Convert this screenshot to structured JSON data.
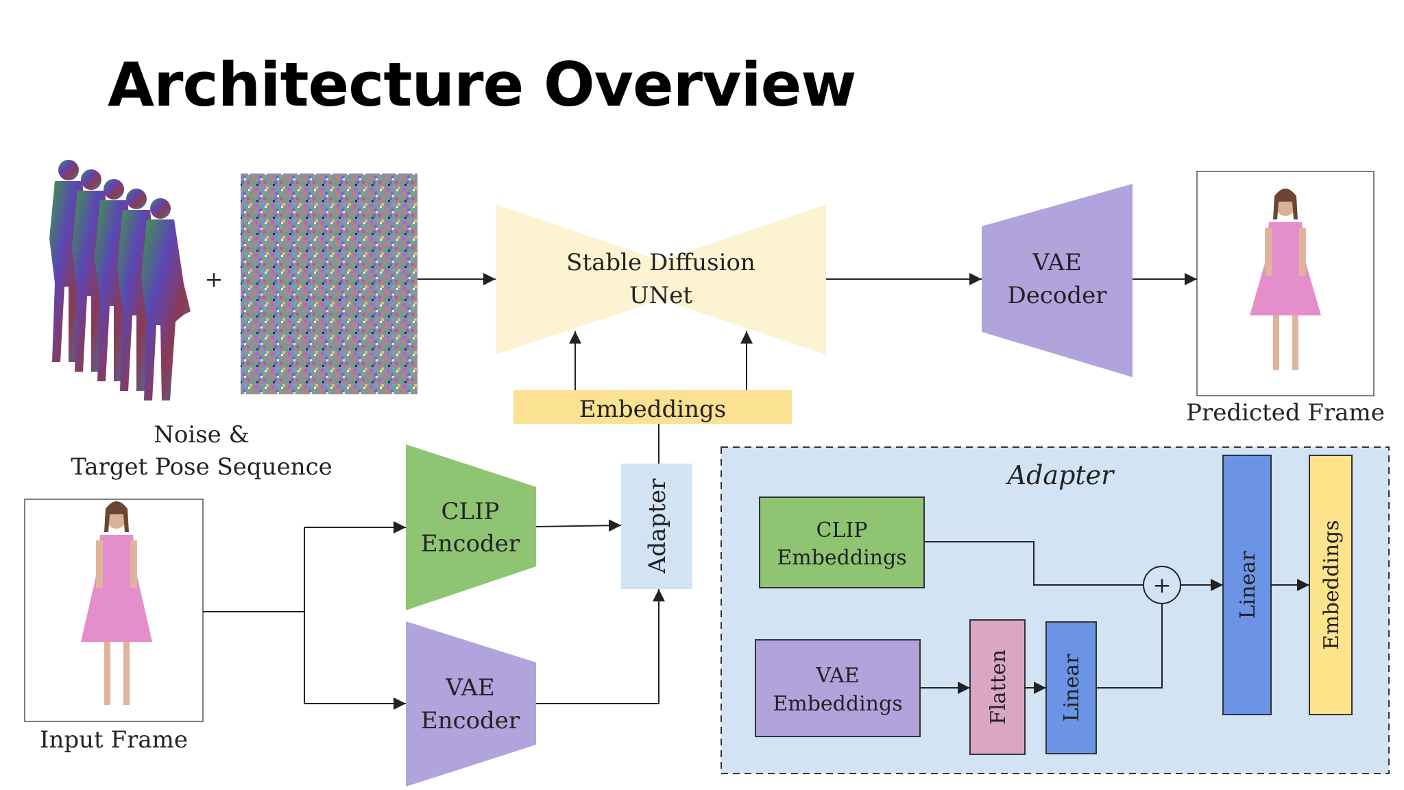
{
  "slide": {
    "title": "Architecture Overview"
  },
  "diagram": {
    "plus_sign": "+",
    "labels": {
      "noise_line1": "Noise &",
      "noise_line2": "Target Pose Sequence",
      "unet_line1": "Stable Diffusion",
      "unet_line2": "UNet",
      "vae_decoder_line1": "VAE",
      "vae_decoder_line2": "Decoder",
      "predicted_frame": "Predicted Frame",
      "embeddings": "Embeddings",
      "adapter": "Adapter",
      "clip_encoder_line1": "CLIP",
      "clip_encoder_line2": "Encoder",
      "vae_encoder_line1": "VAE",
      "vae_encoder_line2": "Encoder",
      "input_frame": "Input Frame"
    },
    "adapter_detail": {
      "title": "Adapter",
      "clip_embeddings_line1": "CLIP",
      "clip_embeddings_line2": "Embeddings",
      "vae_embeddings_line1": "VAE",
      "vae_embeddings_line2": "Embeddings",
      "flatten": "Flatten",
      "linear_1": "Linear",
      "linear_2": "Linear",
      "embeddings_out": "Embeddings",
      "sum_symbol": "+"
    },
    "colors": {
      "unet": "#fcf3d2",
      "embeddings_bar": "#fbe192",
      "vae": "#b1a4dc",
      "clip": "#8fc472",
      "adapter": "#d2e3f4",
      "adapter_panel": "#d2e3f4",
      "flatten": "#dba6c4",
      "linear": "#6b94e6",
      "embeddings_out": "#fde38a",
      "dress": "#e48ecb"
    }
  }
}
